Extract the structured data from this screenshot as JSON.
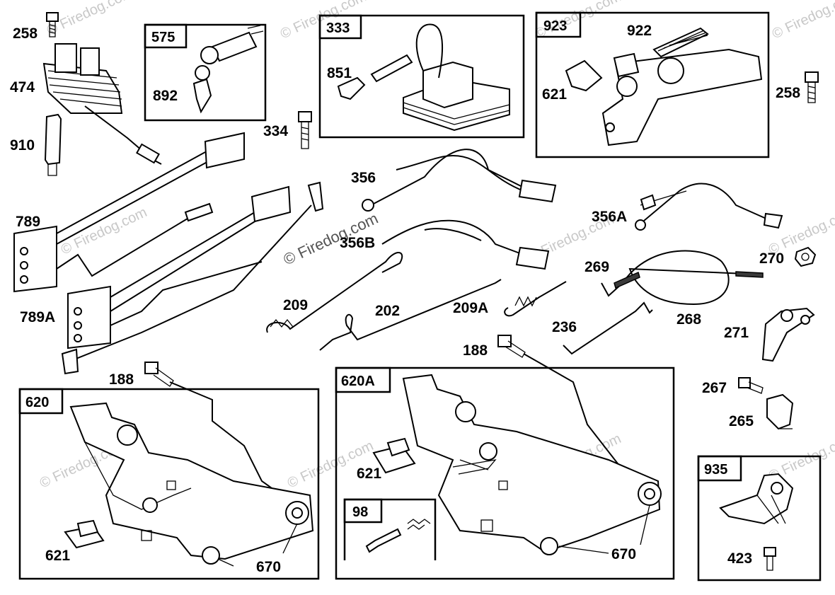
{
  "watermarks": {
    "brand": "© Firedog.com",
    "center": "© Firedog.com"
  },
  "boxes": {
    "b575": "575",
    "b333": "333",
    "b923": "923",
    "b620": "620",
    "b620a": "620A",
    "b98": "98",
    "b935": "935"
  },
  "labels": {
    "l258a": "258",
    "l474": "474",
    "l910": "910",
    "l892": "892",
    "l851": "851",
    "l334": "334",
    "l922": "922",
    "l621a": "621",
    "l258b": "258",
    "l789": "789",
    "l789a": "789A",
    "l356": "356",
    "l356b": "356B",
    "l356a": "356A",
    "l270": "270",
    "l269": "269",
    "l268": "268",
    "l209": "209",
    "l202": "202",
    "l209a": "209A",
    "l236": "236",
    "l271": "271",
    "l188a": "188",
    "l188b": "188",
    "l267": "267",
    "l265": "265",
    "l621b": "621",
    "l670a": "670",
    "l621c": "621",
    "l670b": "670",
    "l423": "423"
  }
}
